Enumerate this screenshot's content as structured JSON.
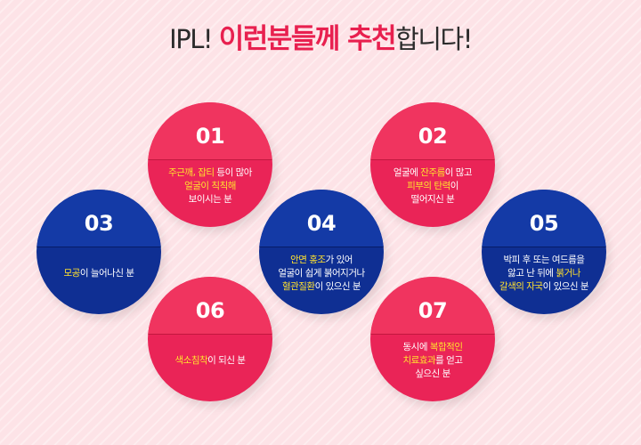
{
  "headline": {
    "prefix": "IPL! ",
    "highlight": "이런분들께 추천",
    "suffix": "합니다!"
  },
  "colors": {
    "red": "#ea2457",
    "blue": "#0f2f93",
    "highlight": "#ffe12e",
    "background": "#fde3e7"
  },
  "items": [
    {
      "number": "01",
      "lines": [
        [
          {
            "t": "주근깨, 잡티",
            "hl": true
          },
          {
            "t": " 등이 많아",
            "hl": false
          }
        ],
        [
          {
            "t": "얼굴이 칙칙해",
            "hl": true
          }
        ],
        [
          {
            "t": "보이시는 분",
            "hl": false
          }
        ]
      ]
    },
    {
      "number": "02",
      "lines": [
        [
          {
            "t": "얼굴에 ",
            "hl": false
          },
          {
            "t": "잔주름",
            "hl": true
          },
          {
            "t": "이 많고",
            "hl": false
          }
        ],
        [
          {
            "t": "피부의 탄력",
            "hl": true
          },
          {
            "t": "이",
            "hl": false
          }
        ],
        [
          {
            "t": "떨어지신 분",
            "hl": false
          }
        ]
      ]
    },
    {
      "number": "03",
      "lines": [
        [
          {
            "t": "모공",
            "hl": true
          },
          {
            "t": "이 늘어나신 분",
            "hl": false
          }
        ]
      ]
    },
    {
      "number": "04",
      "lines": [
        [
          {
            "t": "안면 홍조",
            "hl": true
          },
          {
            "t": "가 있어",
            "hl": false
          }
        ],
        [
          {
            "t": "얼굴이 쉽게 붉어지거나",
            "hl": false
          }
        ],
        [
          {
            "t": "혈관질환",
            "hl": true
          },
          {
            "t": "이 있으신 분",
            "hl": false
          }
        ]
      ]
    },
    {
      "number": "05",
      "lines": [
        [
          {
            "t": "박피 후 또는 여드름을",
            "hl": false
          }
        ],
        [
          {
            "t": "앓고 난 뒤에 ",
            "hl": false
          },
          {
            "t": "붉거나",
            "hl": true
          }
        ],
        [
          {
            "t": "갈색의 자국",
            "hl": true
          },
          {
            "t": "이 있으신 분",
            "hl": false
          }
        ]
      ]
    },
    {
      "number": "06",
      "lines": [
        [
          {
            "t": "색소침착",
            "hl": true
          },
          {
            "t": "이 되신 분",
            "hl": false
          }
        ]
      ]
    },
    {
      "number": "07",
      "lines": [
        [
          {
            "t": "동시에 ",
            "hl": false
          },
          {
            "t": "복합적인",
            "hl": true
          }
        ],
        [
          {
            "t": "치료효과",
            "hl": true
          },
          {
            "t": "를 얻고",
            "hl": false
          }
        ],
        [
          {
            "t": "싶으신 분",
            "hl": false
          }
        ]
      ]
    }
  ]
}
